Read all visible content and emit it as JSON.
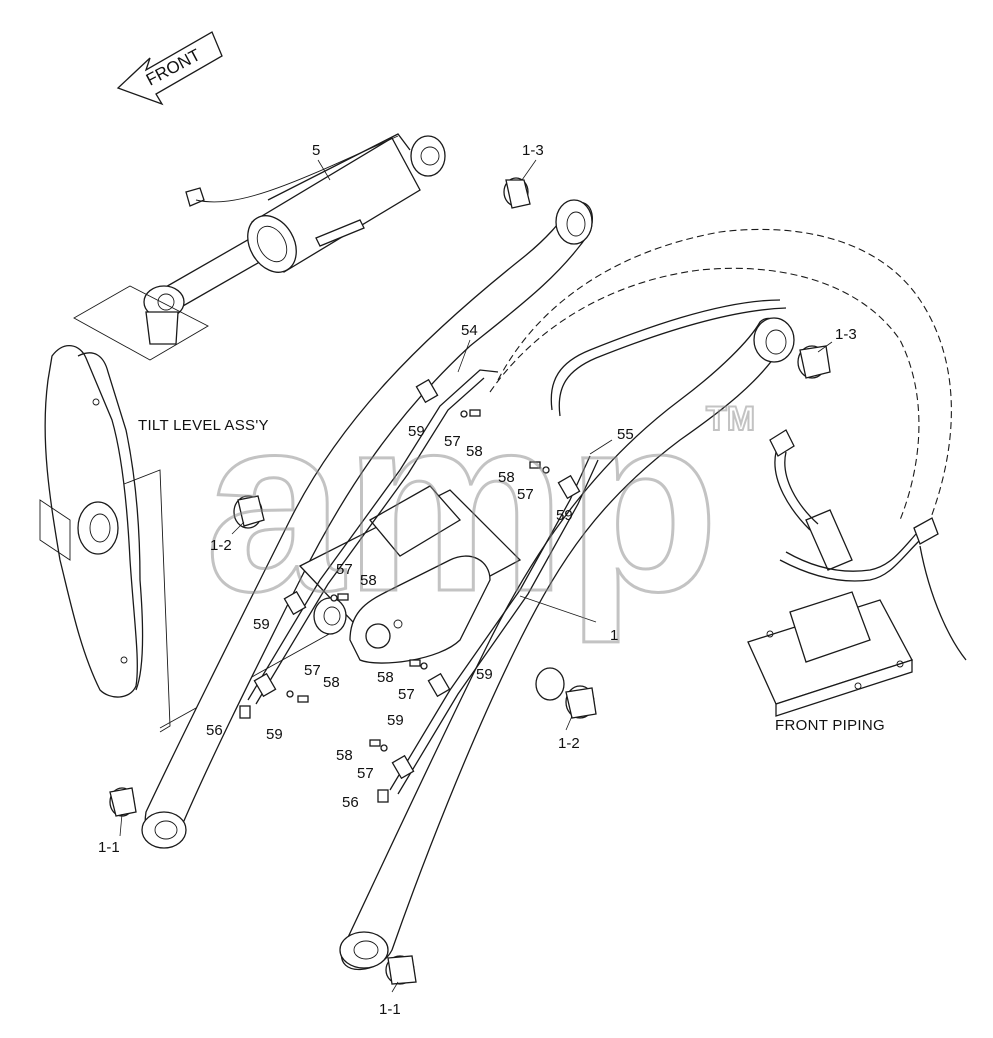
{
  "front_arrow_label": "FRONT",
  "captions": {
    "tilt_level": "TILT LEVEL ASS'Y",
    "front_piping": "FRONT PIPING"
  },
  "watermark": {
    "text": "amp",
    "tm": "TM"
  },
  "callouts": {
    "c5": "5",
    "c1_3a": "1-3",
    "c1_3b": "1-3",
    "c54": "54",
    "c55": "55",
    "c59a": "59",
    "c57a": "57",
    "c58a": "58",
    "c58b": "58",
    "c57b": "57",
    "c59b": "59",
    "c1_2a": "1-2",
    "c57c": "57",
    "c58c": "58",
    "c59c": "59",
    "c57d": "57",
    "c58d": "58",
    "c56a": "56",
    "c59d": "59",
    "c1": "1",
    "c58e": "58",
    "c57e": "57",
    "c59e": "59",
    "c59f": "59",
    "c58f": "58",
    "c57f": "57",
    "c56b": "56",
    "c1_2b": "1-2",
    "c1_1a": "1-1",
    "c1_1b": "1-1"
  }
}
